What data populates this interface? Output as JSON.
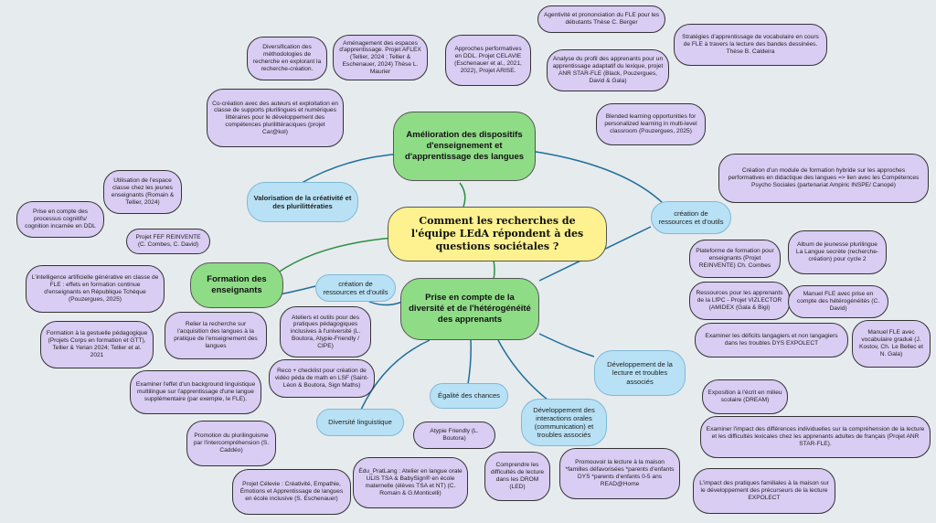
{
  "center": "Comment les recherches de l'équipe LEdA répondent à des questions sociétales ?",
  "branches": {
    "amelioration": "Amélioration des dispositifs d'enseignement et d'apprentissage des langues",
    "formation": "Formation des enseignants",
    "diversite": "Prise en compte de la diversité et de l'hétérogénéité des apprenants"
  },
  "subs": {
    "valorisation": "Valorisation de la créativité et des plurilittératies",
    "creation_right": "création de ressources et d'outils",
    "creation_mid": "création de ressources et d'outils",
    "developpement": "Développement de la lecture et troubles associés",
    "egalite": "Égalité des chances",
    "interactions": "Développement des interactions orales (communication) et troubles associés",
    "diversite_ling": "Diversité linguistique"
  },
  "leaves": {
    "diversification": "Diversification des méthodologies de recherche en explorant la recherche-création.",
    "amenagement": "Aménagement des espaces d'apprentissage. Projet AFLEX (Tellier, 2024 ; Tellier & Eschenauer, 2024) Thèse L. Maurier",
    "approches": "Approches performatives en DDL. Projet CELAVIE (Eschenauer et al., 2021, 2022), Projet ARISE.",
    "agentivite": "Agentivité et prononciation du FLE pour les débutants Thèse C. Berger",
    "analyse": "Analyse du profil des apprenants pour un apprentissage adaptatif du lexique, projet ANR STAR-FLE (Black, Pouzergues, David & Gala)",
    "strategies": "Stratégies d'apprentissage de vocabulaire en cours de FLE à travers la lecture des bandes dessinées. Thèse B. Caldeira",
    "cocreation": "Co-création avec des auteurs et exploitation en classe de supports plurilingues et numériques littéraires pour le développement des compétences plurilittéraciques (projet Car@kol)",
    "blended": "Blended learning opportunities for personalized learning in multi-level classroom (Pouzergues, 2025)",
    "creation_module": "Création d'un module de formation hybride sur les approches performatives en didactique des langues => lien avec les Compétences Psycho Sociales (partenariat Ampiric INSPE/ Canopé)",
    "espace": "Utilisation de l'espace classe chez les jeunes enseignants (Romain & Tellier, 2024)",
    "processus": "Prise en compte des processus cognitifs/ cognition incarnée en DDL",
    "fef": "Projet FEF REINVENTE (C. Combes, C. David)",
    "ia": "L'intelligence artificielle générative en classe de FLE : effets en formation continue d'enseignants en République Tchèque (Pouzergues, 2025)",
    "gestuelle": "Formation à la gestuelle pédagogique (Projets Corps en formation et GTT), Tellier & Yerian 2024; Tellier et al. 2021",
    "relier": "Relier la recherche sur l'acquisition des langues à la pratique de l'enseignement des langues",
    "ateliers": "Ateliers et outils pour des pratiques pédagogiques inclusives à l'université (L. Boutora, Atypie-Friendly / CIPE)",
    "plateforme": "Plateforme de formation pour enseignants (Projet REINVENTE) Ch. Combes",
    "album": "Album de jeunesse plurilingue La Langue secrète (recherche-création) pour cycle 2",
    "ressources_lfpc": "Ressources pour les apprenants de la LfPC - Projet VIZLECTOR (AMIDEX (Gala & Bigi)",
    "manuel_heterogeneite": "Manuel FLE avec prise en compte des hétérogénéités (C. David)",
    "deficits": "Examiner les déficits langagiers et non langagiers dans les troubles DYS EXPOLECT",
    "manuel_vocabulaire": "Manuel FLE avec vocabulaire gradué (J. Kostov, Ch. Le Bellec et N. Gala)",
    "reco": "Reco + checklist pour création de vidéo péda de math en LSF (Saint-Léon & Boutora, Sign Maths)",
    "background": "Examiner l'effet d'un background linguistique multilingue sur l'apprentissage d'une langue supplémentaire (par exemple, le FLE).",
    "exposition": "Exposition à l'écrit en milieu scolaire (DREAM)",
    "atypie": "Atypie Friendly (L. Boutora)",
    "promotion_pluri": "Promotion du plurilinguisme par l'intercompréhension (S. Caddéo)",
    "differences": "Examiner l'impact des différences individuelles sur la compréhension de la lecture et les difficultés lexicales chez les apprenants adultes de français (Projet ANR STAR-FLE).",
    "comprendre": "Comprendre les difficultés de lecture dans les DROM (LED)",
    "promouvoir": "Promouvoir la lecture à la maison *familles défavorisées *parents d'enfants DYS *parents d'enfants 0-5 ans READ@Home",
    "edu_pratlang": "Édu_PratLang : Atelier en langue orale ULIS TSA & BabySign® en école maternelle (élèves TSA et NT) (C. Romain & G.Monticelli)",
    "celevie": "Projet Célevie : Créativité, Empathie, Émotions et Apprentissage de langues en école inclusive (S. Eschenauer)",
    "pratiques_familiales": "L'impact des pratiques familiales à la maison sur le développement des précurseurs de la lecture EXPOLECT"
  },
  "colors": {
    "background": "#e6ebee",
    "leaf": "#d9cdf3",
    "subtopic": "#b8e1f5",
    "branch": "#8fdc87",
    "center": "#fdf28f",
    "link_green": "#2a8f3f",
    "link_blue": "#1f6e9a"
  }
}
